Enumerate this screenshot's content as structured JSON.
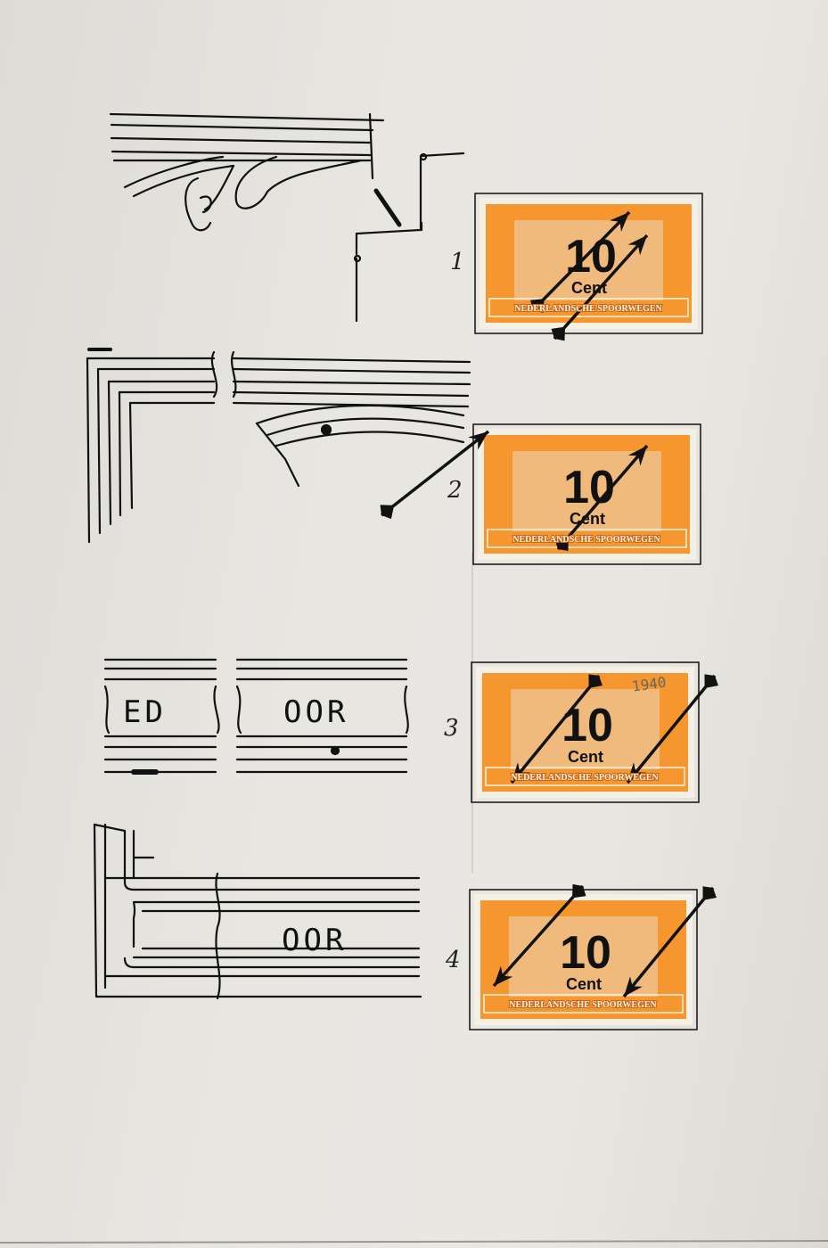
{
  "colors": {
    "paper": "#e6e4df",
    "ink": "#111111",
    "stamp_orange": "#f5962e",
    "stamp_border": "#f4f0e6"
  },
  "drawings": [
    {
      "id": 1,
      "text": ""
    },
    {
      "id": 2,
      "text": ""
    },
    {
      "id": 3,
      "left_text": "ED",
      "right_text": "OOR"
    },
    {
      "id": 4,
      "text": "OOR"
    }
  ],
  "stamps": [
    {
      "number": "1",
      "value": "10",
      "unit": "Cent",
      "name": "NEDERLANDSCHE SPOORWEGEN",
      "postmark": ""
    },
    {
      "number": "2",
      "value": "10",
      "unit": "Cent",
      "name": "NEDERLANDSCHE SPOORWEGEN",
      "postmark": ""
    },
    {
      "number": "3",
      "value": "10",
      "unit": "Cent",
      "name": "NEDERLANDSCHE SPOORWEGEN",
      "postmark": "1940"
    },
    {
      "number": "4",
      "value": "10",
      "unit": "Cent",
      "name": "NEDERLANDSCHE SPOORWEGEN",
      "postmark": ""
    }
  ]
}
